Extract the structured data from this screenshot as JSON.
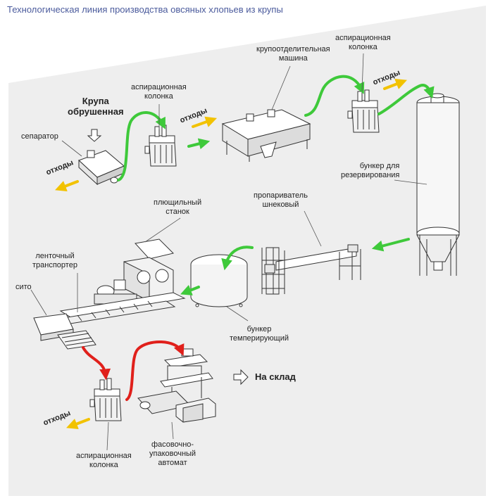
{
  "title": "Технологическая линия производства овсяных хлопьев из крупы",
  "labels": {
    "input_line1": "Крупа",
    "input_line2": "обрушенная",
    "separator": "сепаратор",
    "aspiration1_line1": "аспирационная",
    "aspiration1_line2": "колонка",
    "hulling_line1": "крупоотделительная",
    "hulling_line2": "машина",
    "aspiration2_line1": "аспирационная",
    "aspiration2_line2": "колонка",
    "bunker_res_line1": "бункер для",
    "bunker_res_line2": "резервирования",
    "steamer_line1": "пропариватель",
    "steamer_line2": "шнековый",
    "flattener_line1": "плющильный",
    "flattener_line2": "станок",
    "conveyor_line1": "ленточный",
    "conveyor_line2": "транспортер",
    "sieve": "сито",
    "bunker_temp_line1": "бункер",
    "bunker_temp_line2": "темперирующий",
    "aspiration3_line1": "аспирационная",
    "aspiration3_line2": "колонка",
    "packer_line1": "фасовочно-",
    "packer_line2": "упаковочный",
    "packer_line3": "автомат",
    "to_warehouse": "На склад"
  },
  "waste": {
    "w1": "отходы",
    "w2": "отходы",
    "w3": "отходы",
    "w4": "отходы"
  },
  "colors": {
    "flow_main": "#3ec93a",
    "flow_final": "#e0201b",
    "waste_arrow": "#f2c200",
    "title": "#4a5a9c",
    "band": "#eeeeee"
  }
}
